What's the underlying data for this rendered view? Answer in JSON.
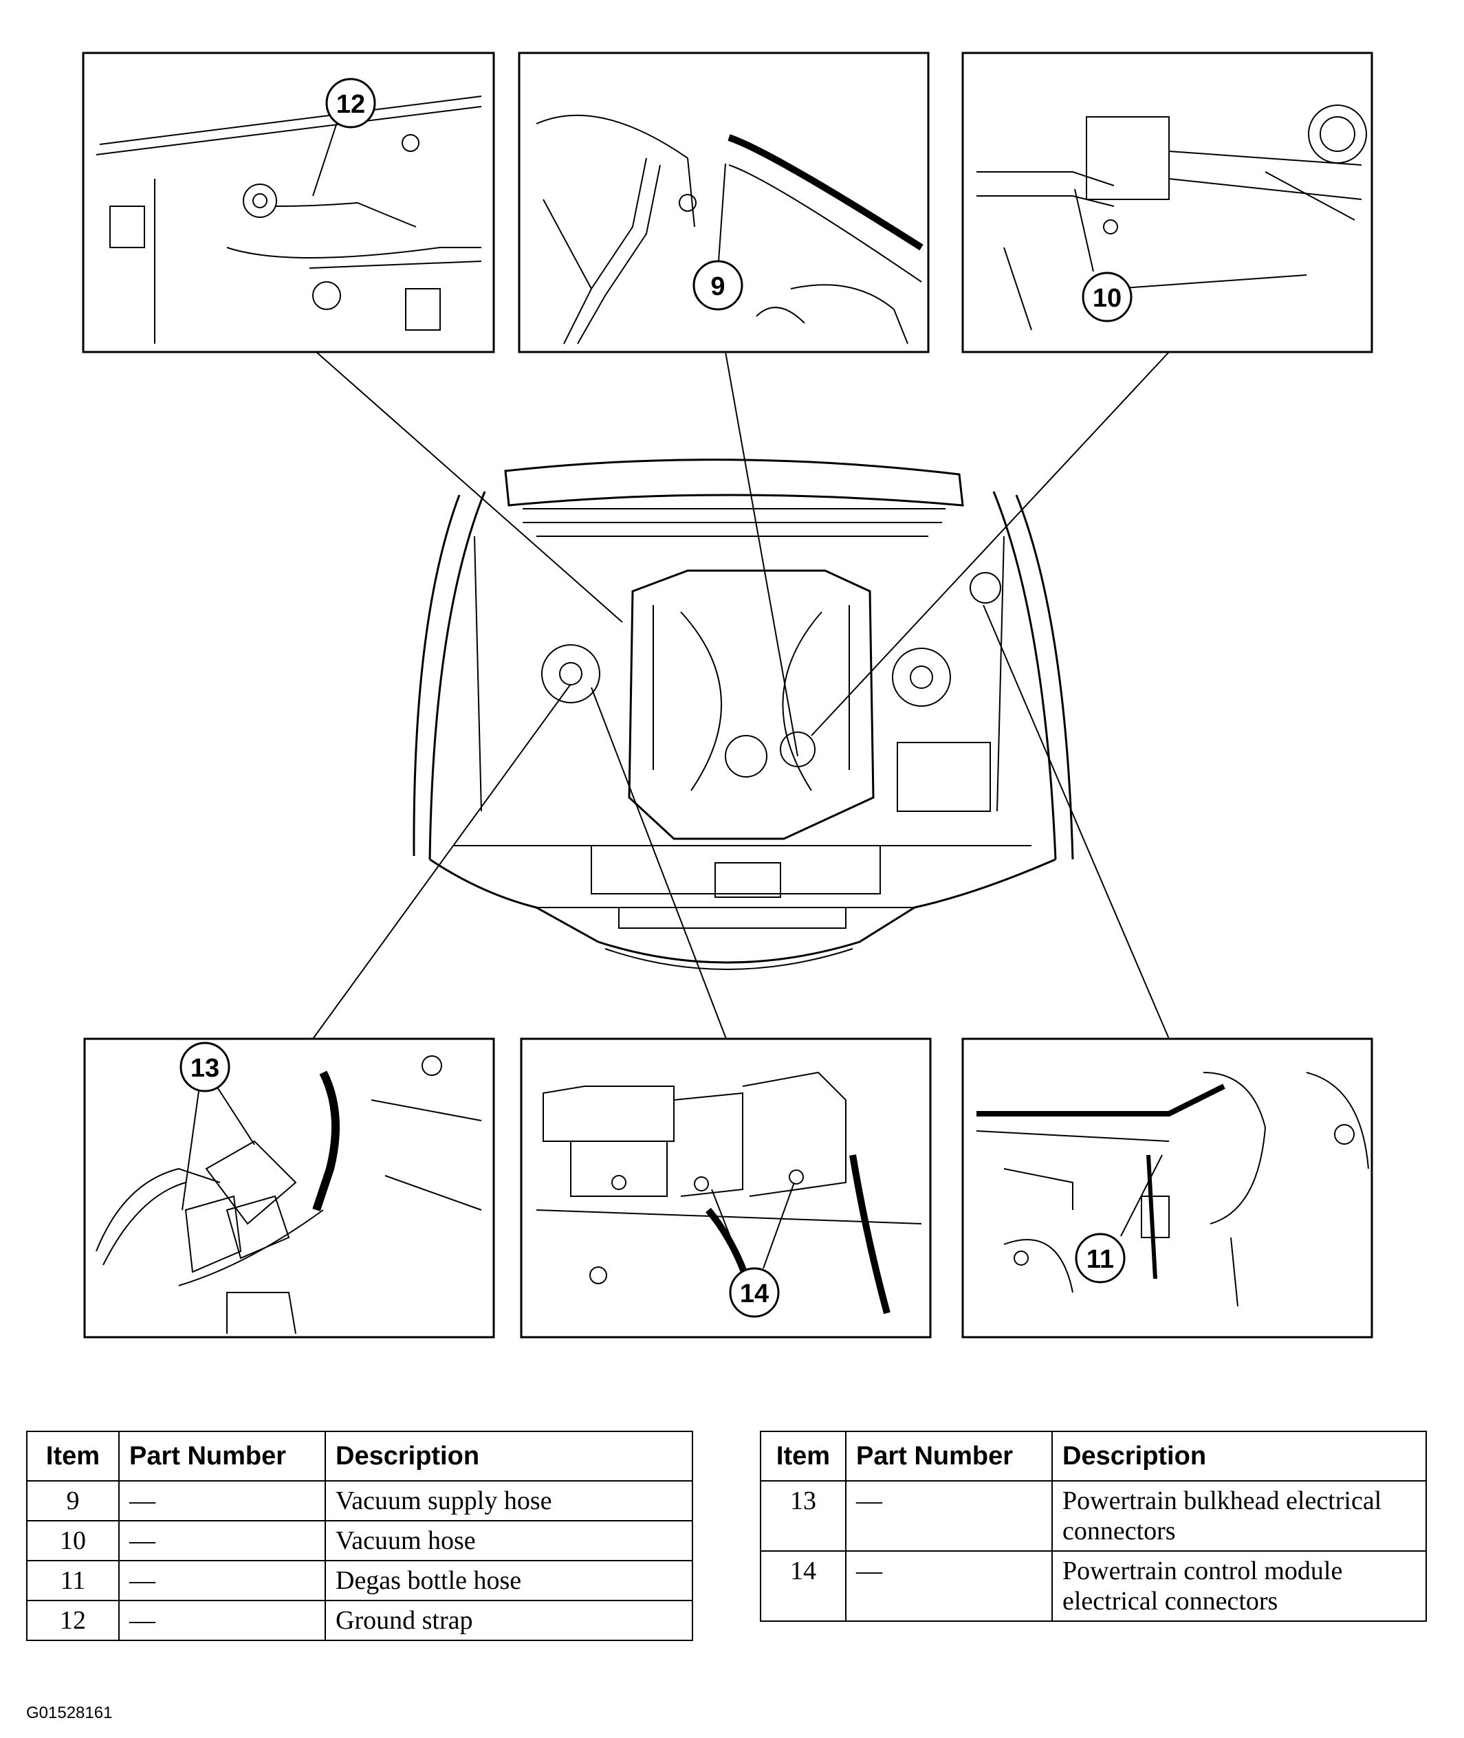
{
  "callouts": {
    "c9": "9",
    "c10": "10",
    "c11": "11",
    "c12": "12",
    "c13": "13",
    "c14": "14"
  },
  "table_left": {
    "headers": [
      "Item",
      "Part Number",
      "Description"
    ],
    "rows": [
      {
        "item": "9",
        "part": "—",
        "desc": "Vacuum supply hose"
      },
      {
        "item": "10",
        "part": "—",
        "desc": "Vacuum hose"
      },
      {
        "item": "11",
        "part": "—",
        "desc": "Degas bottle hose"
      },
      {
        "item": "12",
        "part": "—",
        "desc": "Ground strap"
      }
    ]
  },
  "table_right": {
    "headers": [
      "Item",
      "Part Number",
      "Description"
    ],
    "rows": [
      {
        "item": "13",
        "part": "—",
        "desc": "Powertrain bulkhead electrical connectors"
      },
      {
        "item": "14",
        "part": "—",
        "desc": "Powertrain control module electrical connectors"
      }
    ]
  },
  "figure_code": "G01528161"
}
